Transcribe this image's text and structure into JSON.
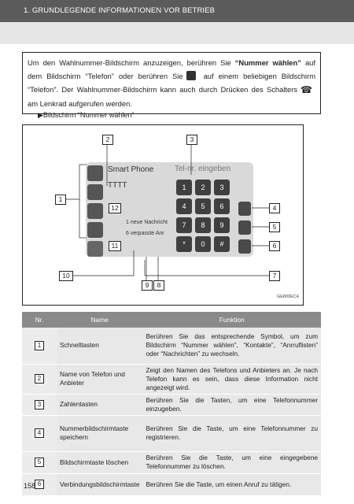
{
  "header": {
    "title": "1. GRUNDLEGENDE INFORMATIONEN VOR BETRIEB"
  },
  "intro": {
    "p1": "Um den Wahlnummer-Bildschirm anzuzeigen, berühren Sie ",
    "p1_bold": "“Nummer wählen”",
    "p2": " auf dem Bildschirm “Telefon” oder berühren Sie",
    "p3": " auf einem beliebigen Bildschirm “Telefon”. Der Wahlnummer-Bildschirm kann auch durch Drücken des Schalters",
    "p4": " am Lenkrad aufgerufen werden."
  },
  "caption": "▶Bildschirm “Nummer wählen”",
  "screen": {
    "app_title": "Smart Phone",
    "header_right": "Tel-nr. eingeben",
    "name_text": "TTTT",
    "msg1": "1 neue Nachricht",
    "msg2": "6 verpasste Anr",
    "keys": [
      "1",
      "2",
      "3",
      "4",
      "5",
      "6",
      "7",
      "8",
      "9",
      "*",
      "0",
      "#"
    ]
  },
  "callouts": [
    "1",
    "2",
    "3",
    "4",
    "5",
    "6",
    "7",
    "8",
    "9",
    "10",
    "11",
    "12"
  ],
  "figure_code": "GE800EC4",
  "table": {
    "headers": [
      "Nr.",
      "Name",
      "Funktion"
    ],
    "rows": [
      {
        "nr": "1",
        "name": "Schnelltasten",
        "desc": "Berühren Sie das entsprechende Symbol, um zum Bildschirm “Nummer wählen”, “Kontakte”, “Anrruflisten” oder “Nachrichten” zu wechseln."
      },
      {
        "nr": "2",
        "name": "Name von Telefon und Anbieter",
        "desc": "Zeigt den Namen des Telefons und Anbieters an. Je nach Telefon kann es sein, dass diese Information nicht angezeigt wird."
      },
      {
        "nr": "3",
        "name": "Zahlentasten",
        "desc": "Berühren Sie die Tasten, um eine Telefonnummer einzugeben."
      },
      {
        "nr": "4",
        "name": "Nummerbildschirmtaste speichern",
        "desc": "Berühren Sie die Taste, um eine Telefonnummer zu registrieren."
      },
      {
        "nr": "5",
        "name": "Bildschirmtaste löschen",
        "desc": "Berühren Sie die Taste, um eine eingegebene Telefonnummer zu löschen."
      },
      {
        "nr": "6",
        "name": "Verbindungsbildschirmtaste",
        "desc": "Berühren Sie die Taste, um einen Anruf zu tätigen."
      }
    ]
  },
  "page_number": "158"
}
